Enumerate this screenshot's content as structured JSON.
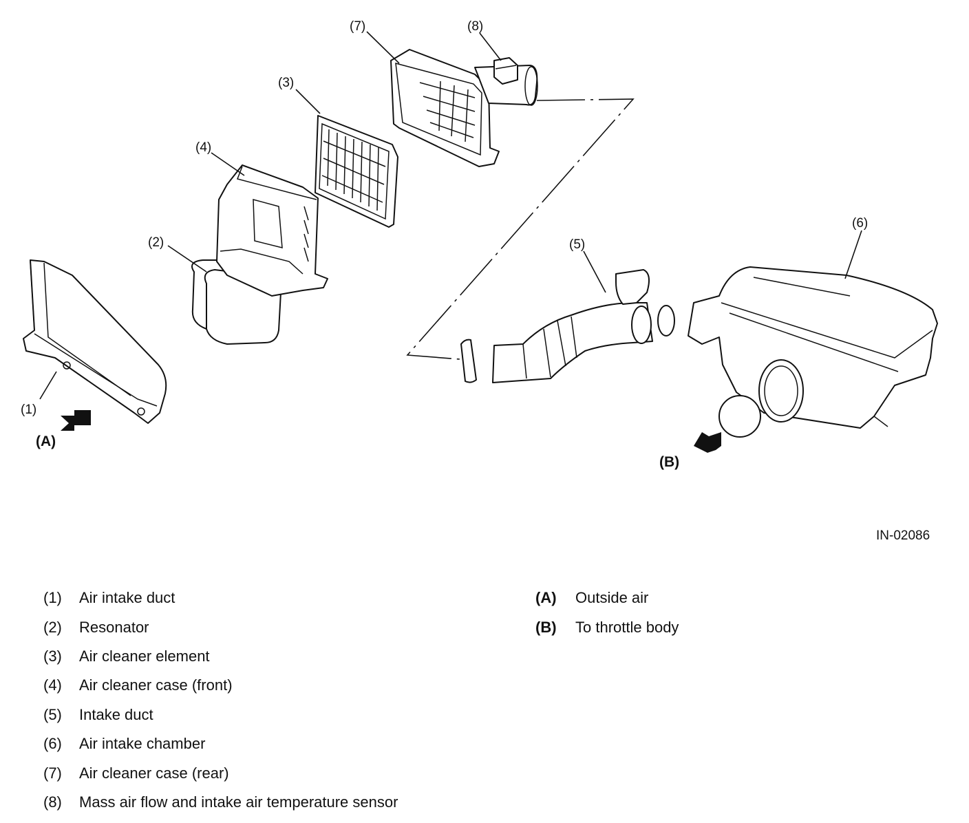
{
  "callouts": {
    "c1": "(1)",
    "c2": "(2)",
    "c3": "(3)",
    "c4": "(4)",
    "c5": "(5)",
    "c6": "(6)",
    "c7": "(7)",
    "c8": "(8)",
    "a": "(A)",
    "b": "(B)"
  },
  "reference_code": "IN-02086",
  "legend_parts": [
    {
      "num": "(1)",
      "label": "Air intake duct"
    },
    {
      "num": "(2)",
      "label": "Resonator"
    },
    {
      "num": "(3)",
      "label": "Air cleaner element"
    },
    {
      "num": "(4)",
      "label": "Air cleaner case (front)"
    },
    {
      "num": "(5)",
      "label": "Intake duct"
    },
    {
      "num": "(6)",
      "label": "Air intake chamber"
    },
    {
      "num": "(7)",
      "label": "Air cleaner case (rear)"
    },
    {
      "num": "(8)",
      "label": "Mass air flow and intake air temperature sensor"
    }
  ],
  "legend_flow": [
    {
      "key": "(A)",
      "label": "Outside air"
    },
    {
      "key": "(B)",
      "label": "To throttle body"
    }
  ]
}
